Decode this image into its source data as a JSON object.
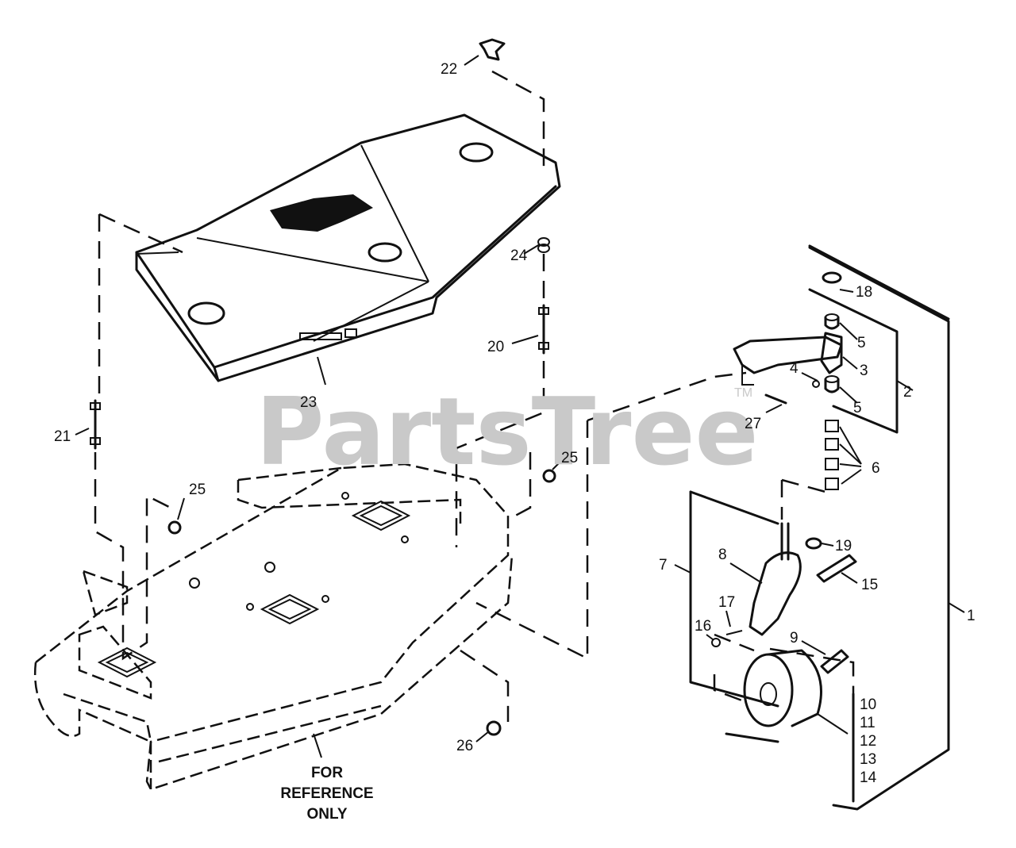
{
  "watermark": {
    "text": "PartsTree",
    "mark": "TM"
  },
  "reference_note": [
    "FOR",
    "REFERENCE",
    "ONLY"
  ],
  "callouts": {
    "c1": "1",
    "c2": "2",
    "c3": "3",
    "c4": "4",
    "c5a": "5",
    "c5b": "5",
    "c6": "6",
    "c7": "7",
    "c8": "8",
    "c9": "9",
    "c10": "10",
    "c11": "11",
    "c12": "12",
    "c13": "13",
    "c14": "14",
    "c15": "15",
    "c16": "16",
    "c17": "17",
    "c18": "18",
    "c19": "19",
    "c20": "20",
    "c21": "21",
    "c22": "22",
    "c23": "23",
    "c24": "24",
    "c25a": "25",
    "c25b": "25",
    "c26": "26",
    "c27": "27"
  },
  "colors": {
    "line": "#111111",
    "watermark": "#c9c9c9",
    "background": "#ffffff"
  }
}
